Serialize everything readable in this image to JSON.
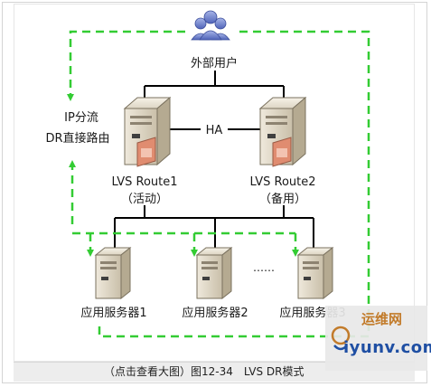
{
  "nodes": {
    "users": "外部用户",
    "ip_split_line1": "IP分流",
    "ip_split_line2": "DR直接路由",
    "ha": "HA",
    "route1_name": "LVS Route1",
    "route1_state": "（活动）",
    "route2_name": "LVS Route2",
    "route2_state": "（备用）",
    "server1": "应用服务器1",
    "server2": "应用服务器2",
    "server3": "应用服务器3",
    "ellipsis": "……"
  },
  "caption": "（点击查看大图）图12-34　LVS DR模式",
  "watermark": {
    "site_cn": "运维网",
    "site_en": "iyunv.com"
  },
  "colors": {
    "dashed_flow": "#33cc33",
    "solid_link": "#000000",
    "server_body": "#d9d2c2",
    "server_accent": "#d9826a"
  }
}
